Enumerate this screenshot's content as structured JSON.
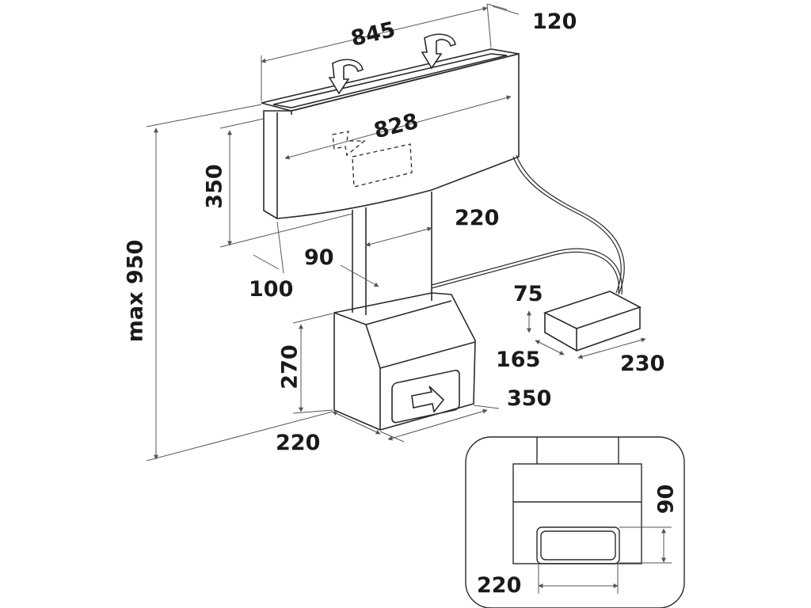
{
  "diagram": {
    "dimensions": {
      "hood_width": "845",
      "hood_depth": "120",
      "inner_width": "828",
      "hood_height": "350",
      "duct_width": "220",
      "duct_depth": "90",
      "hood_offset": "100",
      "total_height": "max 950",
      "box_height": "270",
      "box_depth": "220",
      "box_width": "350",
      "remote_height": "75",
      "remote_depth": "165",
      "remote_width": "230",
      "detail_height": "90",
      "detail_width": "220"
    },
    "colors": {
      "outline": "#2a2a2a",
      "dimension_line": "#555555",
      "text": "#1a1a1a"
    }
  }
}
